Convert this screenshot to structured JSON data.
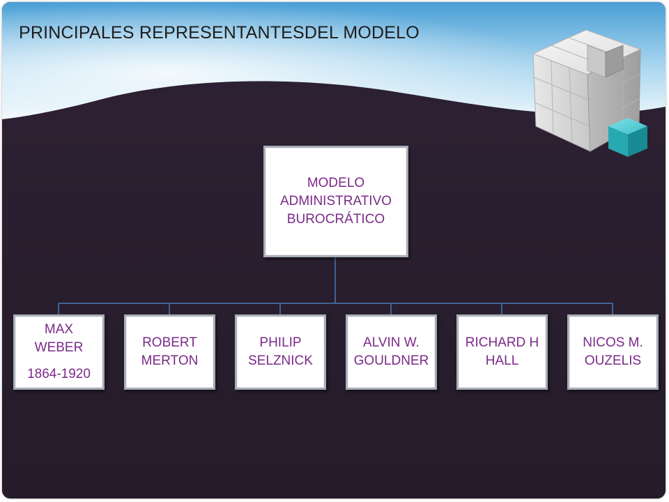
{
  "title": "PRINCIPALES REPRESENTANTESDEL  MODELO",
  "colors": {
    "background_dark": "#2b2030",
    "background_top": "#5aa8d8",
    "box_text": "#7a2a88",
    "connector": "#4a7ab0",
    "cube_accent": "#2ab0b8"
  },
  "root": {
    "lines": [
      "MODELO",
      "ADMINISTRATIVO",
      "BUROCRÁTICO"
    ]
  },
  "children": [
    {
      "lines": [
        "MAX",
        "WEBER"
      ],
      "years": "1864-1920"
    },
    {
      "lines": [
        "ROBERT",
        "MERTON"
      ]
    },
    {
      "lines": [
        "PHILIP",
        "SELZNICK"
      ]
    },
    {
      "lines": [
        "ALVIN W.",
        "GOULDNER"
      ]
    },
    {
      "lines": [
        "RICHARD H",
        "HALL"
      ]
    },
    {
      "lines": [
        "NICOS M.",
        "OUZELIS"
      ]
    }
  ]
}
